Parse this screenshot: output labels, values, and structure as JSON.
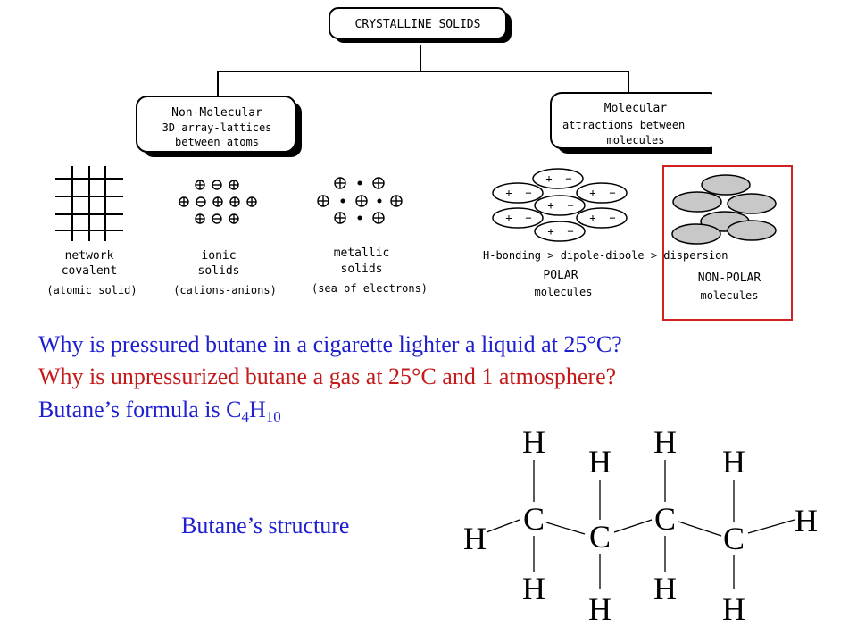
{
  "tree": {
    "root": "CRYSTALLINE SOLIDS",
    "non_molecular": {
      "lines": [
        "Non-Molecular",
        "3D array-lattices",
        "between atoms"
      ]
    },
    "molecular": {
      "lines": [
        "Molecular",
        "attractions between",
        "molecules"
      ]
    }
  },
  "types": {
    "network": [
      "network",
      "covalent",
      "(atomic solid)"
    ],
    "ionic": [
      "ionic",
      "solids",
      "(cations-anions)"
    ],
    "metallic": [
      "metallic",
      "solids",
      "(sea of electrons)"
    ],
    "polar": [
      "H-bonding > dipole-dipole > dispersion",
      "POLAR",
      "molecules"
    ],
    "nonpolar": [
      "NON-POLAR",
      "molecules"
    ]
  },
  "dipole_signs": {
    "plus": "+",
    "minus": "−"
  },
  "questions": {
    "q1": "Why is pressured butane in a cigarette lighter a liquid at 25°C?",
    "q2": "Why is unpressurized butane a gas at 25°C and 1 atmosphere?",
    "formula_prefix": "Butane’s formula is C",
    "sub4": "4",
    "h": "H",
    "sub10": "10"
  },
  "structure": {
    "label": "Butane’s structure",
    "carbon": "C",
    "hydrogen": "H"
  },
  "colors": {
    "question_blue": "#1f1fcf",
    "question_red": "#c41a1a",
    "highlight_red": "#d22020",
    "ellipse_gray": "#c8c8c8"
  }
}
